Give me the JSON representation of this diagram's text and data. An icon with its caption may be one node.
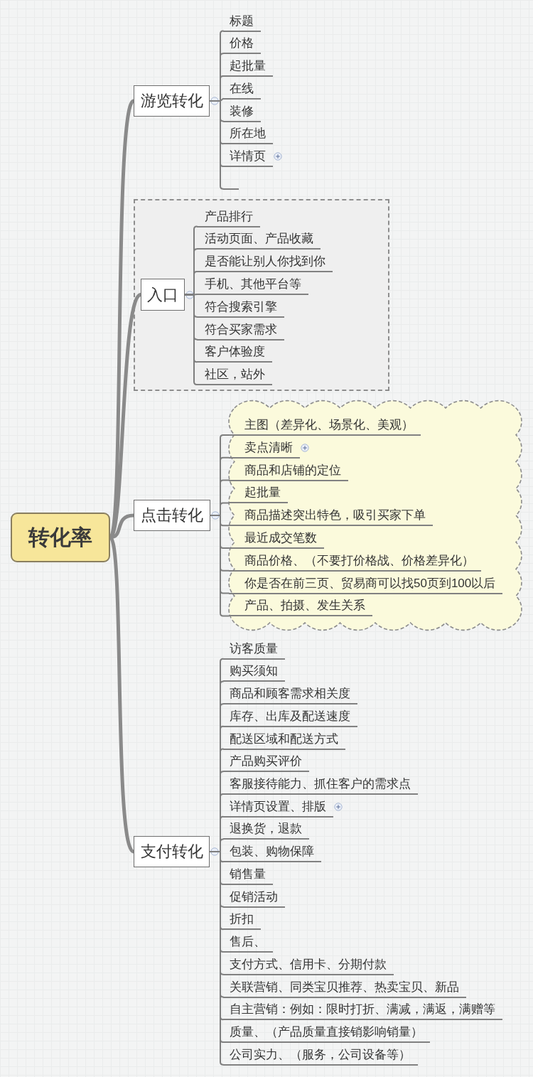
{
  "diagram": {
    "nodes": [
      {
        "text": [
          "转化率"
        ]
      },
      {
        "text": [
          "游览转化"
        ]
      },
      {
        "text": [
          "标题"
        ]
      },
      {
        "text": [
          "价格"
        ]
      },
      {
        "text": [
          "起批量"
        ]
      },
      {
        "text": [
          "在线"
        ]
      },
      {
        "text": [
          "装修"
        ]
      },
      {
        "text": [
          "所在地"
        ]
      },
      {
        "text": [
          "详情页"
        ]
      },
      {
        "text": [],
        "shape": "line"
      },
      {
        "text": [],
        "shape": "box"
      },
      {
        "text": [
          "入口"
        ],
        "in": 10
      },
      {
        "text": [
          "产品排行"
        ],
        "in": 10
      },
      {
        "text": [
          "活动页面、产品收藏"
        ],
        "in": 10
      },
      {
        "text": [
          "是否能让别人你找到你"
        ],
        "in": 10
      },
      {
        "text": [
          "手机、其他平台等"
        ],
        "in": 10
      },
      {
        "text": [
          "符合搜索引擎"
        ],
        "in": 10
      },
      {
        "text": [
          "符合买家需求"
        ],
        "in": 10
      },
      {
        "text": [
          "客户体验度"
        ],
        "in": 10
      },
      {
        "text": [
          "社区，站外"
        ],
        "in": 10
      },
      {
        "text": [
          "点击转化"
        ]
      },
      {
        "text": [],
        "shape": "cloud"
      },
      {
        "text": [
          "主图（差异化、场景化、美观）"
        ],
        "in": 21
      },
      {
        "text": [
          "卖点清晰"
        ],
        "in": 21
      },
      {
        "text": [
          "商品和店铺的定位"
        ],
        "in": 21
      },
      {
        "text": [
          "起批量"
        ],
        "in": 21
      },
      {
        "text": [
          "商品描述突出特色，吸引买家下单"
        ],
        "in": 21
      },
      {
        "text": [
          "最近成交笔数"
        ],
        "in": 21
      },
      {
        "text": [
          "商品价格、（不要打价格战、价格差异化）"
        ],
        "in": 21
      },
      {
        "text": [
          "你是否在前三页、贸易商可以找50页到100以后"
        ],
        "in": 21
      },
      {
        "text": [
          "产品、拍摄、发生关系"
        ],
        "in": 21
      },
      {
        "text": [
          "支付转化"
        ]
      },
      {
        "text": [
          "访客质量"
        ]
      },
      {
        "text": [
          "购买须知"
        ]
      },
      {
        "text": [
          "商品和顾客需求相关度"
        ]
      },
      {
        "text": [
          "库存、出库及配送速度"
        ]
      },
      {
        "text": [
          "配送区域和配送方式"
        ]
      },
      {
        "text": [
          "产品购买评价"
        ]
      },
      {
        "text": [
          "客服接待能力、抓住客户的需求点"
        ]
      },
      {
        "text": [
          "详情页设置、排版"
        ]
      },
      {
        "text": [
          "退换货，退款"
        ]
      },
      {
        "text": [
          "包装、购物保障"
        ]
      },
      {
        "text": [
          "销售量"
        ]
      },
      {
        "text": [
          "促销活动"
        ]
      },
      {
        "text": [
          "折扣"
        ]
      },
      {
        "text": [
          "售后、"
        ]
      },
      {
        "text": [
          "支付方式、信用卡、分期付款"
        ]
      },
      {
        "text": [
          "关联营销、同类宝贝推荐、热卖宝贝、新品"
        ]
      },
      {
        "text": [
          "自主营销：例如：限时打折、满减，满返，满赠等"
        ]
      },
      {
        "text": [
          "质量、（产品质量直接销影响销量）"
        ]
      },
      {
        "text": [
          "公司实力、（服务，公司设备等）"
        ]
      }
    ],
    "edges": [
      {
        "from": 0,
        "to": 1,
        "arrow": "none",
        "style": "thick"
      },
      {
        "from": 0,
        "to": 11,
        "arrow": "none",
        "style": "thick"
      },
      {
        "from": 0,
        "to": 20,
        "arrow": "none",
        "style": "thick"
      },
      {
        "from": 0,
        "to": 31,
        "arrow": "none",
        "style": "thick"
      },
      {
        "from": 1,
        "to": 2,
        "arrow": "none"
      },
      {
        "from": 1,
        "to": 3,
        "arrow": "none"
      },
      {
        "from": 1,
        "to": 4,
        "arrow": "none"
      },
      {
        "from": 1,
        "to": 5,
        "arrow": "none"
      },
      {
        "from": 1,
        "to": 6,
        "arrow": "none"
      },
      {
        "from": 1,
        "to": 7,
        "arrow": "none"
      },
      {
        "from": 1,
        "to": 8,
        "arrow": "none"
      },
      {
        "from": 1,
        "to": 9,
        "arrow": "none"
      },
      {
        "from": 11,
        "to": 12,
        "arrow": "none"
      },
      {
        "from": 11,
        "to": 13,
        "arrow": "none"
      },
      {
        "from": 11,
        "to": 14,
        "arrow": "none"
      },
      {
        "from": 11,
        "to": 15,
        "arrow": "none"
      },
      {
        "from": 11,
        "to": 16,
        "arrow": "none"
      },
      {
        "from": 11,
        "to": 17,
        "arrow": "none"
      },
      {
        "from": 11,
        "to": 18,
        "arrow": "none"
      },
      {
        "from": 11,
        "to": 19,
        "arrow": "none"
      },
      {
        "from": 20,
        "to": 22,
        "arrow": "none"
      },
      {
        "from": 20,
        "to": 23,
        "arrow": "none"
      },
      {
        "from": 20,
        "to": 24,
        "arrow": "none"
      },
      {
        "from": 20,
        "to": 25,
        "arrow": "none"
      },
      {
        "from": 20,
        "to": 26,
        "arrow": "none"
      },
      {
        "from": 20,
        "to": 27,
        "arrow": "none"
      },
      {
        "from": 20,
        "to": 28,
        "arrow": "none"
      },
      {
        "from": 20,
        "to": 29,
        "arrow": "none"
      },
      {
        "from": 20,
        "to": 30,
        "arrow": "none"
      },
      {
        "from": 31,
        "to": 32,
        "arrow": "none"
      },
      {
        "from": 31,
        "to": 33,
        "arrow": "none"
      },
      {
        "from": 31,
        "to": 34,
        "arrow": "none"
      },
      {
        "from": 31,
        "to": 35,
        "arrow": "none"
      },
      {
        "from": 31,
        "to": 36,
        "arrow": "none"
      },
      {
        "from": 31,
        "to": 37,
        "arrow": "none"
      },
      {
        "from": 31,
        "to": 38,
        "arrow": "none"
      },
      {
        "from": 31,
        "to": 39,
        "arrow": "none"
      },
      {
        "from": 31,
        "to": 40,
        "arrow": "none"
      },
      {
        "from": 31,
        "to": 41,
        "arrow": "none"
      },
      {
        "from": 31,
        "to": 42,
        "arrow": "none"
      },
      {
        "from": 31,
        "to": 43,
        "arrow": "none"
      },
      {
        "from": 31,
        "to": 44,
        "arrow": "none"
      },
      {
        "from": 31,
        "to": 45,
        "arrow": "none"
      },
      {
        "from": 31,
        "to": 46,
        "arrow": "none"
      },
      {
        "from": 31,
        "to": 47,
        "arrow": "none"
      },
      {
        "from": 31,
        "to": 48,
        "arrow": "none"
      },
      {
        "from": 31,
        "to": 49,
        "arrow": "none"
      },
      {
        "from": 31,
        "to": 50,
        "arrow": "none"
      }
    ]
  }
}
